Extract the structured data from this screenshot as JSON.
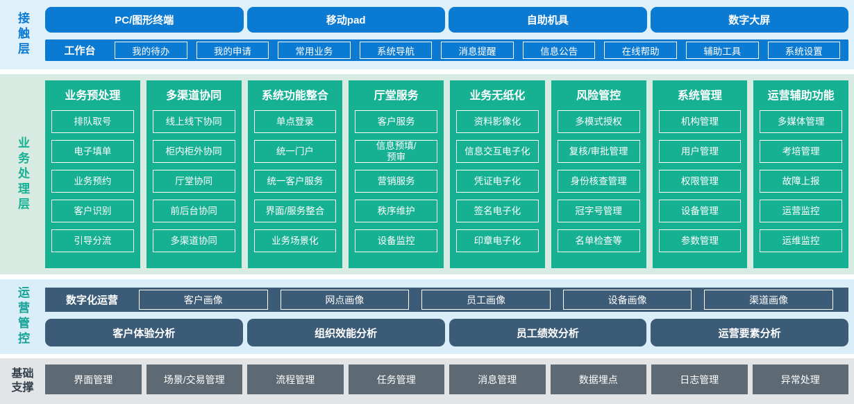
{
  "colors": {
    "blue": "#0b7ad2",
    "blue_band": "#def0fa",
    "green": "#16b193",
    "green_band": "#d8ebe2",
    "slate": "#3c5b77",
    "slate_band": "#d9eef8",
    "gray": "#5d6a73",
    "gray_band": "#e3e4e6",
    "teal": "#17a296",
    "dark": "#333f4a"
  },
  "layers": {
    "contact": {
      "label": "接触层",
      "channels": [
        "PC/图形终端",
        "移动pad",
        "自助机具",
        "数字大屏"
      ],
      "workbench_label": "工作台",
      "workbench_items": [
        "我的待办",
        "我的申请",
        "常用业务",
        "系统导航",
        "消息提醒",
        "信息公告",
        "在线帮助",
        "辅助工具",
        "系统设置"
      ]
    },
    "business": {
      "label": "业务处理层",
      "columns": [
        {
          "title": "业务预处理",
          "items": [
            "排队取号",
            "电子填单",
            "业务预约",
            "客户识别",
            "引导分流"
          ]
        },
        {
          "title": "多渠道协同",
          "items": [
            "线上线下协同",
            "柜内柜外协同",
            "厅堂协同",
            "前后台协同",
            "多渠道协同"
          ]
        },
        {
          "title": "系统功能整合",
          "items": [
            "单点登录",
            "统一门户",
            "统一客户服务",
            "界面/服务整合",
            "业务场景化"
          ]
        },
        {
          "title": "厅堂服务",
          "items": [
            "客户服务",
            "信息预填/\n预审",
            "营销服务",
            "秩序维护",
            "设备监控"
          ]
        },
        {
          "title": "业务无纸化",
          "items": [
            "资料影像化",
            "信息交互电子化",
            "凭证电子化",
            "签名电子化",
            "印章电子化"
          ]
        },
        {
          "title": "风险管控",
          "items": [
            "多模式授权",
            "复核/审批管理",
            "身份核查管理",
            "冠字号管理",
            "名单检查等"
          ]
        },
        {
          "title": "系统管理",
          "items": [
            "机构管理",
            "用户管理",
            "权限管理",
            "设备管理",
            "参数管理"
          ]
        },
        {
          "title": "运营辅助功能",
          "items": [
            "多媒体管理",
            "考培管理",
            "故障上报",
            "运营监控",
            "运维监控"
          ]
        }
      ]
    },
    "operations": {
      "label": "运营管控",
      "digital_label": "数字化运营",
      "portraits": [
        "客户画像",
        "网点画像",
        "员工画像",
        "设备画像",
        "渠道画像"
      ],
      "analyses": [
        "客户体验分析",
        "组织效能分析",
        "员工绩效分析",
        "运营要素分析"
      ]
    },
    "foundation": {
      "label": "基础支撑",
      "items": [
        "界面管理",
        "场景/交易管理",
        "流程管理",
        "任务管理",
        "消息管理",
        "数据埋点",
        "日志管理",
        "异常处理"
      ]
    }
  }
}
